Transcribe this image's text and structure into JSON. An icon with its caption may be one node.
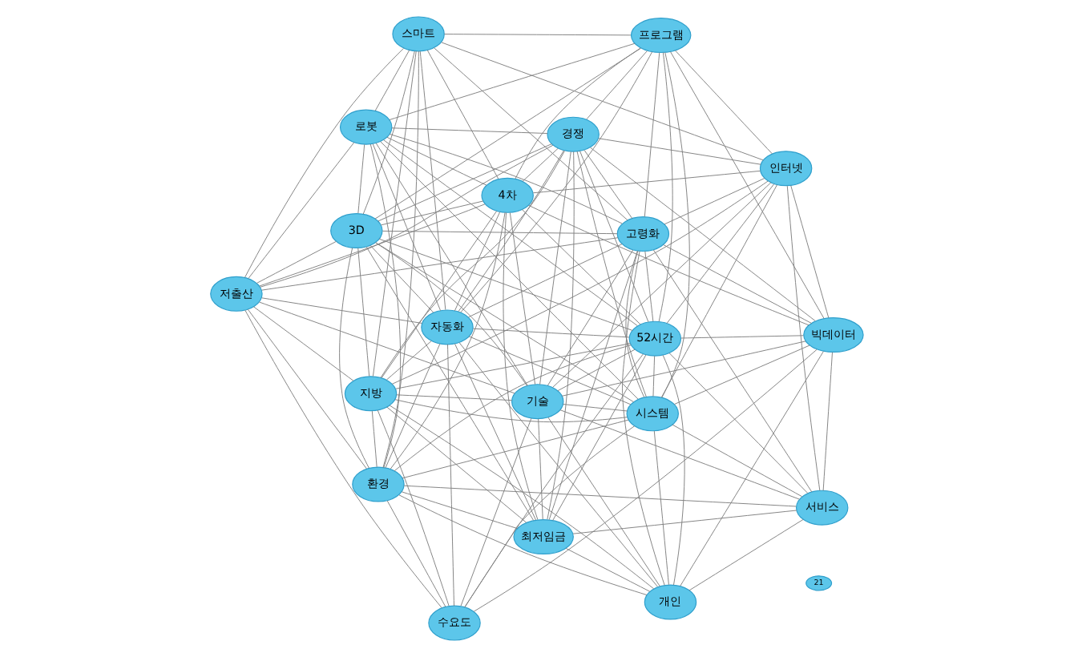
{
  "diagram": {
    "nodes": [
      {
        "text": [
          "수요도"
        ]
      },
      {
        "text": [
          "지방"
        ]
      },
      {
        "text": [
          "21"
        ]
      },
      {
        "text": [
          "최저임금"
        ]
      },
      {
        "text": [
          "개인"
        ]
      },
      {
        "text": [
          "환경"
        ]
      },
      {
        "text": [
          "저출산"
        ]
      },
      {
        "text": [
          "기술"
        ]
      },
      {
        "text": [
          "서비스"
        ]
      },
      {
        "text": [
          "시스템"
        ]
      },
      {
        "text": [
          "자동화"
        ]
      },
      {
        "text": [
          "고령화"
        ]
      },
      {
        "text": [
          "3D"
        ]
      },
      {
        "text": [
          "52시간"
        ]
      },
      {
        "text": [
          "경쟁"
        ]
      },
      {
        "text": [
          "4차"
        ]
      },
      {
        "text": [
          "빅데이터"
        ]
      },
      {
        "text": [
          "인터넷"
        ]
      },
      {
        "text": [
          "스마트"
        ]
      },
      {
        "text": [
          "로봇"
        ]
      },
      {
        "text": [
          "프로그램"
        ]
      }
    ],
    "edges": [
      {
        "from": 0,
        "to": 6,
        "arrow": "none"
      },
      {
        "from": 0,
        "to": 1,
        "arrow": "none"
      },
      {
        "from": 0,
        "to": 10,
        "arrow": "none"
      },
      {
        "from": 0,
        "to": 5,
        "arrow": "none"
      },
      {
        "from": 0,
        "to": 7,
        "arrow": "none"
      },
      {
        "from": 0,
        "to": 9,
        "arrow": "none"
      },
      {
        "from": 0,
        "to": 13,
        "arrow": "none"
      },
      {
        "from": 0,
        "to": 16,
        "arrow": "none"
      },
      {
        "from": 1,
        "to": 6,
        "arrow": "none"
      },
      {
        "from": 1,
        "to": 3,
        "arrow": "none"
      },
      {
        "from": 1,
        "to": 4,
        "arrow": "none"
      },
      {
        "from": 1,
        "to": 5,
        "arrow": "none"
      },
      {
        "from": 1,
        "to": 10,
        "arrow": "none"
      },
      {
        "from": 1,
        "to": 15,
        "arrow": "none"
      },
      {
        "from": 1,
        "to": 18,
        "arrow": "none"
      },
      {
        "from": 1,
        "to": 12,
        "arrow": "none"
      },
      {
        "from": 1,
        "to": 14,
        "arrow": "none"
      },
      {
        "from": 1,
        "to": 7,
        "arrow": "none"
      },
      {
        "from": 1,
        "to": 9,
        "arrow": "none"
      },
      {
        "from": 1,
        "to": 13,
        "arrow": "none"
      },
      {
        "from": 1,
        "to": 17,
        "arrow": "none"
      },
      {
        "from": 3,
        "to": 4,
        "arrow": "none"
      },
      {
        "from": 3,
        "to": 8,
        "arrow": "none"
      },
      {
        "from": 3,
        "to": 7,
        "arrow": "none"
      },
      {
        "from": 3,
        "to": 13,
        "arrow": "none"
      },
      {
        "from": 3,
        "to": 11,
        "arrow": "none"
      },
      {
        "from": 3,
        "to": 10,
        "arrow": "none"
      },
      {
        "from": 3,
        "to": 5,
        "arrow": "none"
      },
      {
        "from": 3,
        "to": 12,
        "arrow": "none"
      },
      {
        "from": 3,
        "to": 15,
        "arrow": "none"
      },
      {
        "from": 3,
        "to": 14,
        "arrow": "none"
      },
      {
        "from": 4,
        "to": 8,
        "arrow": "none"
      },
      {
        "from": 4,
        "to": 5,
        "arrow": "none"
      },
      {
        "from": 4,
        "to": 9,
        "arrow": "none"
      },
      {
        "from": 4,
        "to": 11,
        "arrow": "none"
      },
      {
        "from": 4,
        "to": 13,
        "arrow": "none"
      },
      {
        "from": 4,
        "to": 16,
        "arrow": "none"
      },
      {
        "from": 4,
        "to": 10,
        "arrow": "none"
      },
      {
        "from": 4,
        "to": 7,
        "arrow": "none"
      },
      {
        "from": 5,
        "to": 6,
        "arrow": "none"
      },
      {
        "from": 5,
        "to": 10,
        "arrow": "none"
      },
      {
        "from": 5,
        "to": 15,
        "arrow": "none"
      },
      {
        "from": 5,
        "to": 19,
        "arrow": "none"
      },
      {
        "from": 5,
        "to": 12,
        "arrow": "none"
      },
      {
        "from": 5,
        "to": 9,
        "arrow": "none"
      },
      {
        "from": 5,
        "to": 13,
        "arrow": "none"
      },
      {
        "from": 5,
        "to": 18,
        "arrow": "none"
      },
      {
        "from": 5,
        "to": 8,
        "arrow": "none"
      },
      {
        "from": 6,
        "to": 7,
        "arrow": "none"
      },
      {
        "from": 6,
        "to": 12,
        "arrow": "none"
      },
      {
        "from": 6,
        "to": 19,
        "arrow": "none"
      },
      {
        "from": 6,
        "to": 10,
        "arrow": "none"
      },
      {
        "from": 6,
        "to": 11,
        "arrow": "none"
      },
      {
        "from": 6,
        "to": 15,
        "arrow": "none"
      },
      {
        "from": 6,
        "to": 18,
        "arrow": "none"
      },
      {
        "from": 6,
        "to": 14,
        "arrow": "none"
      },
      {
        "from": 7,
        "to": 8,
        "arrow": "none"
      },
      {
        "from": 7,
        "to": 9,
        "arrow": "none"
      },
      {
        "from": 7,
        "to": 11,
        "arrow": "none"
      },
      {
        "from": 7,
        "to": 12,
        "arrow": "none"
      },
      {
        "from": 7,
        "to": 14,
        "arrow": "none"
      },
      {
        "from": 7,
        "to": 19,
        "arrow": "none"
      },
      {
        "from": 7,
        "to": 13,
        "arrow": "none"
      },
      {
        "from": 7,
        "to": 16,
        "arrow": "none"
      },
      {
        "from": 7,
        "to": 17,
        "arrow": "none"
      },
      {
        "from": 7,
        "to": 15,
        "arrow": "none"
      },
      {
        "from": 8,
        "to": 9,
        "arrow": "none"
      },
      {
        "from": 8,
        "to": 11,
        "arrow": "none"
      },
      {
        "from": 8,
        "to": 13,
        "arrow": "none"
      },
      {
        "from": 8,
        "to": 16,
        "arrow": "none"
      },
      {
        "from": 8,
        "to": 17,
        "arrow": "none"
      },
      {
        "from": 9,
        "to": 10,
        "arrow": "none"
      },
      {
        "from": 9,
        "to": 11,
        "arrow": "none"
      },
      {
        "from": 9,
        "to": 13,
        "arrow": "none"
      },
      {
        "from": 9,
        "to": 17,
        "arrow": "none"
      },
      {
        "from": 9,
        "to": 16,
        "arrow": "none"
      },
      {
        "from": 9,
        "to": 14,
        "arrow": "none"
      },
      {
        "from": 9,
        "to": 19,
        "arrow": "none"
      },
      {
        "from": 9,
        "to": 20,
        "arrow": "none"
      },
      {
        "from": 9,
        "to": 12,
        "arrow": "none"
      },
      {
        "from": 10,
        "to": 11,
        "arrow": "none"
      },
      {
        "from": 10,
        "to": 12,
        "arrow": "none"
      },
      {
        "from": 10,
        "to": 15,
        "arrow": "none"
      },
      {
        "from": 10,
        "to": 18,
        "arrow": "none"
      },
      {
        "from": 10,
        "to": 19,
        "arrow": "none"
      },
      {
        "from": 10,
        "to": 14,
        "arrow": "none"
      },
      {
        "from": 10,
        "to": 13,
        "arrow": "none"
      },
      {
        "from": 10,
        "to": 20,
        "arrow": "none"
      },
      {
        "from": 11,
        "to": 12,
        "arrow": "none"
      },
      {
        "from": 11,
        "to": 13,
        "arrow": "none"
      },
      {
        "from": 11,
        "to": 14,
        "arrow": "none"
      },
      {
        "from": 11,
        "to": 19,
        "arrow": "none"
      },
      {
        "from": 11,
        "to": 20,
        "arrow": "none"
      },
      {
        "from": 11,
        "to": 16,
        "arrow": "none"
      },
      {
        "from": 11,
        "to": 17,
        "arrow": "none"
      },
      {
        "from": 11,
        "to": 18,
        "arrow": "none"
      },
      {
        "from": 12,
        "to": 14,
        "arrow": "none"
      },
      {
        "from": 12,
        "to": 15,
        "arrow": "none"
      },
      {
        "from": 12,
        "to": 19,
        "arrow": "none"
      },
      {
        "from": 12,
        "to": 18,
        "arrow": "none"
      },
      {
        "from": 12,
        "to": 13,
        "arrow": "none"
      },
      {
        "from": 12,
        "to": 20,
        "arrow": "none"
      },
      {
        "from": 13,
        "to": 14,
        "arrow": "none"
      },
      {
        "from": 13,
        "to": 15,
        "arrow": "none"
      },
      {
        "from": 13,
        "to": 16,
        "arrow": "none"
      },
      {
        "from": 13,
        "to": 17,
        "arrow": "none"
      },
      {
        "from": 13,
        "to": 19,
        "arrow": "none"
      },
      {
        "from": 13,
        "to": 20,
        "arrow": "none"
      },
      {
        "from": 14,
        "to": 15,
        "arrow": "none"
      },
      {
        "from": 14,
        "to": 19,
        "arrow": "none"
      },
      {
        "from": 14,
        "to": 17,
        "arrow": "none"
      },
      {
        "from": 14,
        "to": 16,
        "arrow": "none"
      },
      {
        "from": 14,
        "to": 20,
        "arrow": "none"
      },
      {
        "from": 15,
        "to": 18,
        "arrow": "none"
      },
      {
        "from": 15,
        "to": 19,
        "arrow": "none"
      },
      {
        "from": 15,
        "to": 17,
        "arrow": "none"
      },
      {
        "from": 15,
        "to": 16,
        "arrow": "none"
      },
      {
        "from": 15,
        "to": 20,
        "arrow": "none"
      },
      {
        "from": 16,
        "to": 17,
        "arrow": "none"
      },
      {
        "from": 16,
        "to": 20,
        "arrow": "none"
      },
      {
        "from": 17,
        "to": 18,
        "arrow": "none"
      },
      {
        "from": 17,
        "to": 20,
        "arrow": "none"
      },
      {
        "from": 18,
        "to": 19,
        "arrow": "none"
      },
      {
        "from": 18,
        "to": 20,
        "arrow": "none"
      },
      {
        "from": 19,
        "to": 20,
        "arrow": "none"
      }
    ]
  }
}
